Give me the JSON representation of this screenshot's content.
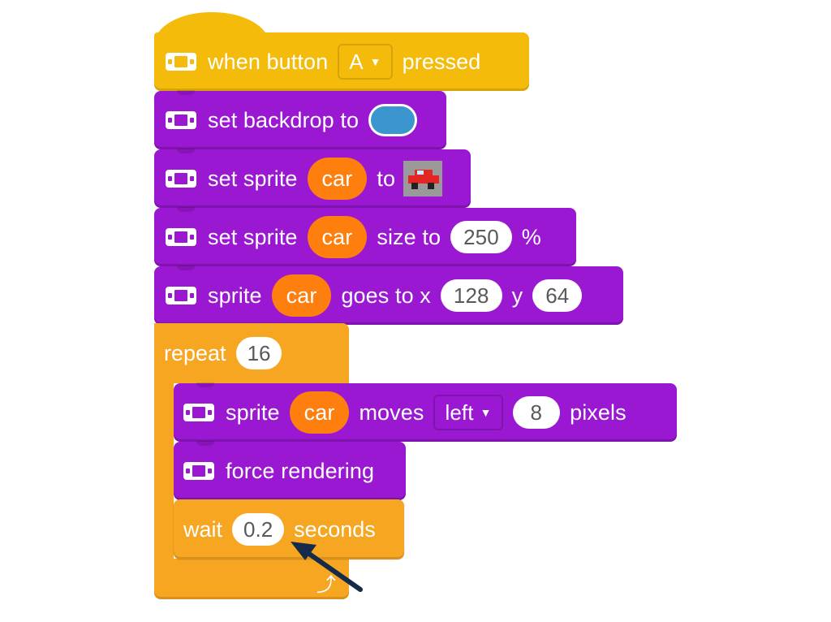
{
  "hat_block": {
    "prefix": "when button",
    "button_value": "A",
    "suffix": "pressed"
  },
  "backdrop_block": {
    "label": "set backdrop to",
    "color": "#3b95cf"
  },
  "set_sprite_block": {
    "label": "set sprite",
    "sprite": "car",
    "to_label": "to"
  },
  "sprite_size_block": {
    "label": "set sprite",
    "sprite": "car",
    "size_label": "size to",
    "size_value": "250",
    "unit": "%"
  },
  "goto_block": {
    "label": "sprite",
    "sprite": "car",
    "goes_label": "goes to x",
    "x_value": "128",
    "y_label": "y",
    "y_value": "64"
  },
  "repeat_block": {
    "label": "repeat",
    "count": "16"
  },
  "move_block": {
    "label": "sprite",
    "sprite": "car",
    "moves_label": "moves",
    "direction": "left",
    "amount": "8",
    "unit": "pixels"
  },
  "render_block": {
    "label": "force rendering"
  },
  "wait_block": {
    "label": "wait",
    "value": "0.2",
    "unit": "seconds"
  },
  "icons": {
    "device": "device-icon",
    "caret": "dropdown-caret-icon",
    "loop": "loop-arrow-icon",
    "pointer": "pointer-arrow-icon"
  },
  "colors": {
    "event_yellow": "#f5bb0b",
    "purple": "#9b18d3",
    "control_orange": "#f6a621",
    "sprite_orange": "#ff7f0e",
    "arrow": "#162b4a"
  }
}
